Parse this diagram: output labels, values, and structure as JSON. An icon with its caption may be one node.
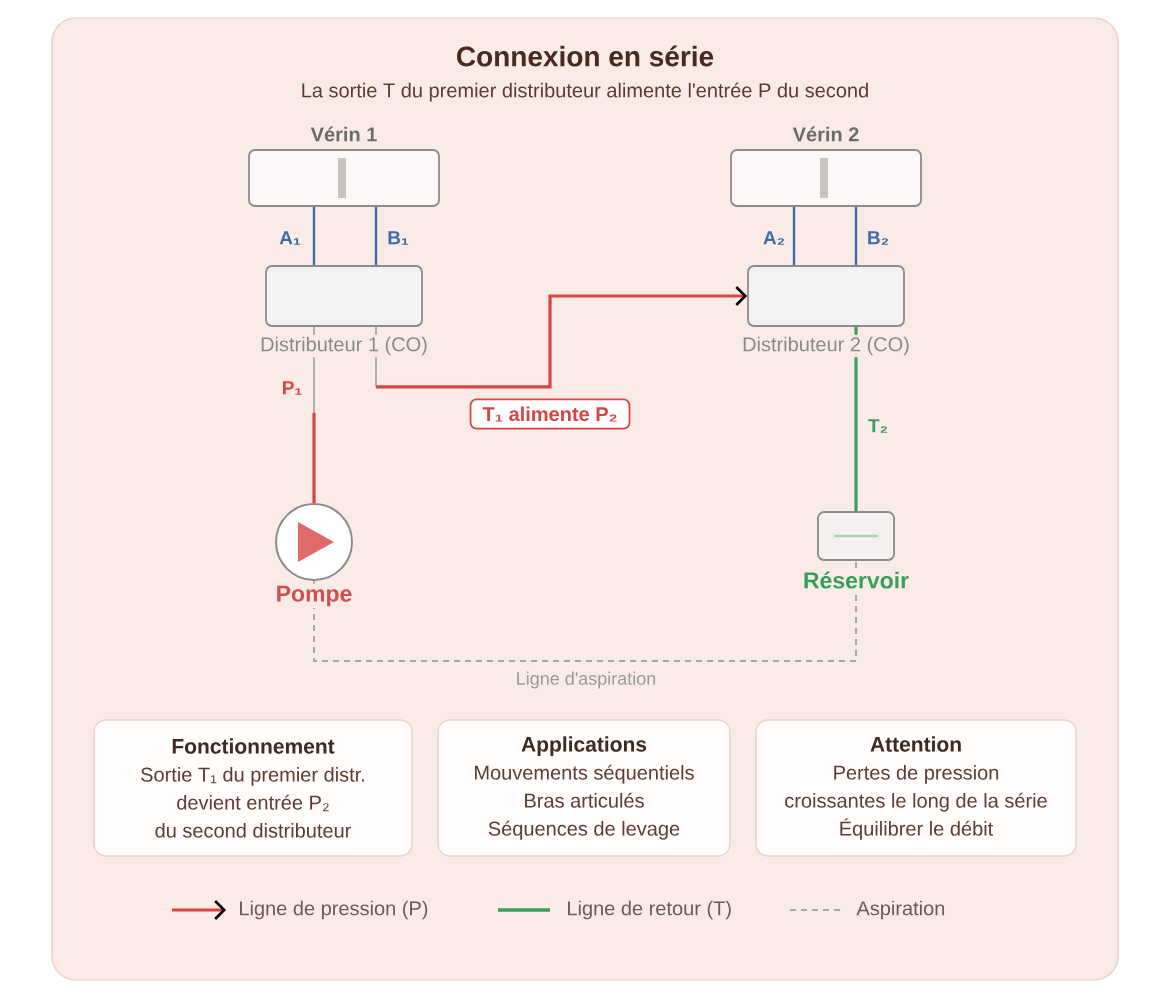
{
  "diagram": {
    "title": "Connexion en série",
    "nodes": [
      {
        "text": [
          "Vérin 1"
        ]
      },
      {
        "text": [
          "Vérin 2"
        ]
      },
      {
        "text": [
          "Distributeur 1 (CO)"
        ]
      },
      {
        "text": [
          "Distributeur 2 (CO)"
        ]
      },
      {
        "text": [
          "Pompe"
        ]
      },
      {
        "text": [
          "Réservoir"
        ]
      },
      {
        "text": [
          "Fonctionnement",
          "Sortie T₁ du premier distr.",
          "devient entrée P₂",
          "du second distributeur"
        ]
      },
      {
        "text": [
          "Applications",
          "Mouvements séquentiels",
          "Bras articulés",
          "Séquences de levage"
        ]
      },
      {
        "text": [
          "Attention",
          "Pertes de pression",
          "croissantes le long de la série",
          "Équilibrer le débit"
        ]
      }
    ],
    "edges": [
      {
        "from": 0,
        "to": 2,
        "arrow": "none",
        "label": "A₁",
        "color": "#3b6ea6"
      },
      {
        "from": 0,
        "to": 2,
        "arrow": "none",
        "label": "B₁",
        "color": "#3b6ea6"
      },
      {
        "from": 1,
        "to": 3,
        "arrow": "none",
        "label": "A₂",
        "color": "#3b6ea6"
      },
      {
        "from": 1,
        "to": 3,
        "arrow": "none",
        "label": "B₂",
        "color": "#3b6ea6"
      },
      {
        "from": 2,
        "to": 4,
        "arrow": "none",
        "label": "P₁",
        "color": "#d64545"
      },
      {
        "from": 2,
        "to": 3,
        "arrow": "to",
        "label": "T₁ alimente P₂",
        "color": "#d64545"
      },
      {
        "from": 3,
        "to": 5,
        "arrow": "none",
        "label": "T₂",
        "color": "#3a9e5f"
      },
      {
        "from": 4,
        "to": 5,
        "arrow": "none",
        "style": "dashed",
        "label": "Ligne d'aspiration",
        "color": "#a8a8a8"
      }
    ],
    "labels": [
      "La sortie T du premier distributeur alimente l'entrée P du second"
    ],
    "legend": [
      {
        "text": "Ligne de pression (P)"
      },
      {
        "text": "Ligne de retour (T)"
      },
      {
        "text": "Aspiration"
      }
    ]
  }
}
